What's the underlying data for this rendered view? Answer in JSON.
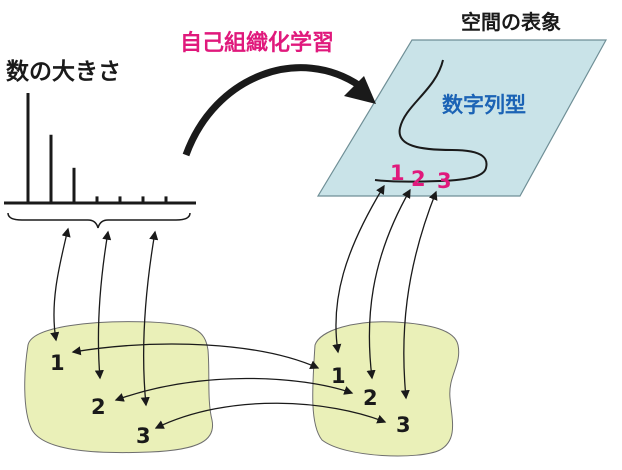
{
  "labels": {
    "magnitude": "数の大きさ",
    "som": "自己組織化学習",
    "space": "空間の表象",
    "number_line": "数字列型"
  },
  "space_numbers": [
    "1",
    "2",
    "3"
  ],
  "left_numbers": [
    "1",
    "2",
    "3"
  ],
  "right_numbers": [
    "1",
    "2",
    "3"
  ],
  "bar_levels": [
    1.0,
    0.62,
    0.32,
    0.06,
    0.06,
    0.06,
    0.06
  ],
  "colors": {
    "blob_fill": "#eaf0b8",
    "blob_stroke": "#6e6e6e",
    "plane_fill": "#c9e3e8",
    "plane_stroke": "#6f8f96",
    "accent_magenta": "#e0197c",
    "label_blue": "#1b63b5",
    "ink": "#1a1a1a"
  }
}
